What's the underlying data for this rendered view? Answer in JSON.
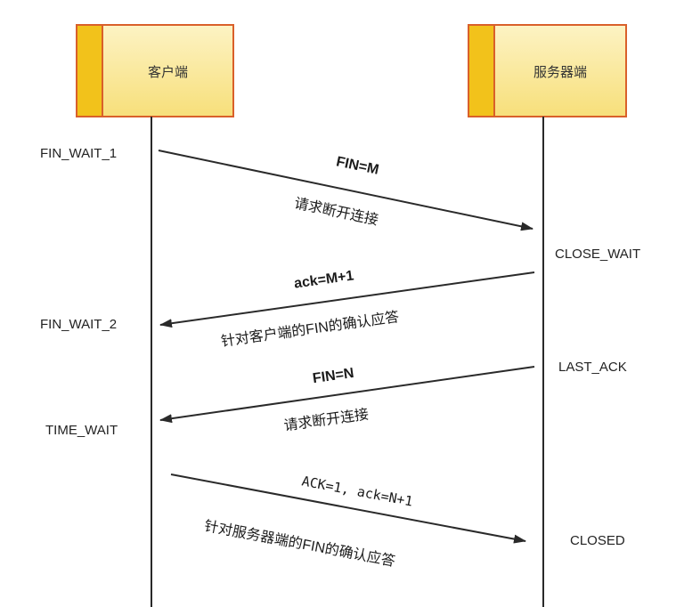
{
  "client": {
    "label": "客户端",
    "states": [
      "FIN_WAIT_1",
      "FIN_WAIT_2",
      "TIME_WAIT"
    ]
  },
  "server": {
    "label": "服务器端",
    "states": [
      "CLOSE_WAIT",
      "LAST_ACK",
      "CLOSED"
    ]
  },
  "messages": [
    {
      "top": "FIN=M",
      "bottom": "请求断开连接",
      "direction": "client-to-server"
    },
    {
      "top": "ack=M+1",
      "bottom": "针对客户端的FIN的确认应答",
      "direction": "server-to-client"
    },
    {
      "top": "FIN=N",
      "bottom": "请求断开连接",
      "direction": "server-to-client"
    },
    {
      "top": "ACK=1, ack=N+1",
      "bottom": "针对服务器端的FIN的确认应答",
      "direction": "client-to-server"
    }
  ],
  "colors": {
    "box_fill": "#fbeba0",
    "box_stripe": "#f2c21b",
    "box_border": "#d9602a",
    "line": "#2a2a2a"
  }
}
